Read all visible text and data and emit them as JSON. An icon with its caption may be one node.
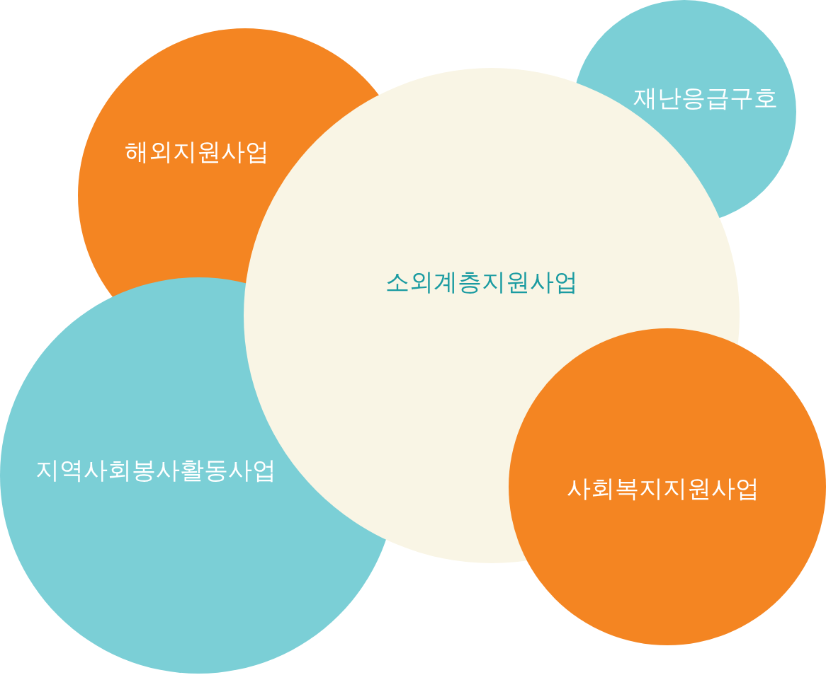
{
  "diagram": {
    "nodes": [
      {
        "text": [
          "해외지원사업"
        ]
      },
      {
        "text": [
          "재난응급구호"
        ]
      },
      {
        "text": [
          "소외계층지원사업"
        ]
      },
      {
        "text": [
          "지역사회봉사활동사업"
        ]
      },
      {
        "text": [
          "사회복지지원사업"
        ]
      }
    ]
  }
}
